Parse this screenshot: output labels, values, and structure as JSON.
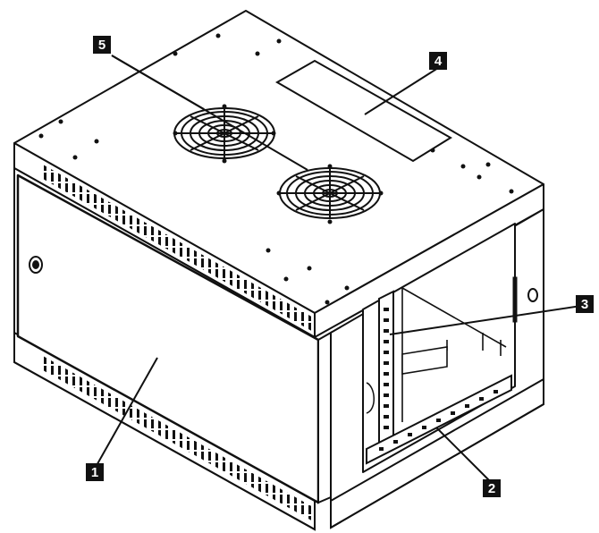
{
  "callouts": [
    {
      "id": "1",
      "label": "1"
    },
    {
      "id": "2",
      "label": "2"
    },
    {
      "id": "3",
      "label": "3"
    },
    {
      "id": "4",
      "label": "4"
    },
    {
      "id": "5",
      "label": "5"
    }
  ],
  "colors": {
    "line": "#111111",
    "callout_fill": "#111111",
    "callout_text": "#ffffff",
    "background": "#ffffff"
  }
}
